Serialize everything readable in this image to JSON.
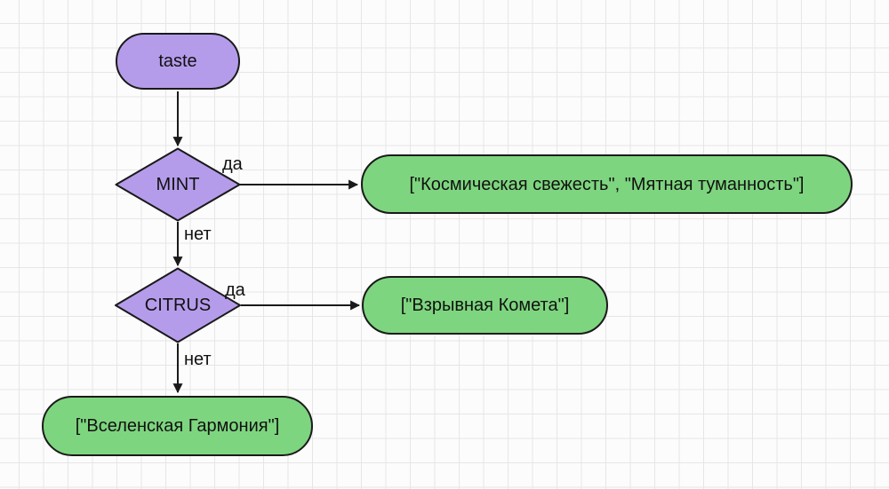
{
  "diagram": {
    "start": {
      "label": "taste"
    },
    "decisions": [
      {
        "label": "MINT",
        "yes": "да",
        "no": "нет"
      },
      {
        "label": "CITRUS",
        "yes": "да",
        "no": "нет"
      }
    ],
    "outputs": [
      {
        "label": "[\"Космическая свежесть\", \"Мятная туманность\"]"
      },
      {
        "label": "[\"Взрывная Комета\"]"
      },
      {
        "label": "[\"Вселенская Гармония\"]"
      }
    ],
    "colors": {
      "node_purple": "#b59ceb",
      "node_green": "#7ed57f",
      "stroke": "#1a1a1a",
      "grid_line": "#e6e6e6",
      "background": "#fcfcfc"
    }
  }
}
